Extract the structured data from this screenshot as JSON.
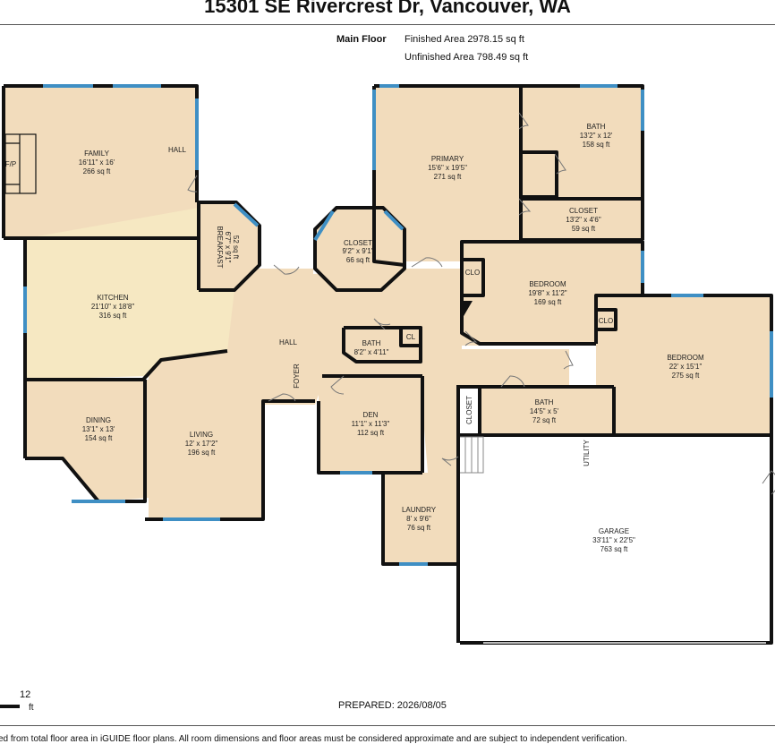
{
  "title": "15301 SE Rivercrest Dr, Vancouver, WA",
  "area": {
    "floor_label": "Main Floor",
    "finished": "Finished Area 2978.15 sq ft",
    "unfinished": "Unfinished Area 798.49 sq ft"
  },
  "rooms": {
    "family": {
      "name": "FAMILY",
      "dim": "16'11\" x 16'",
      "area": "266 sq ft"
    },
    "fireplace": {
      "name": "F/P"
    },
    "hall_top": {
      "name": "HALL"
    },
    "breakfast": {
      "name": "BREAKFAST",
      "dim": "6'7\" x 9'1\"",
      "area": "52 sq ft"
    },
    "closet_mid": {
      "name": "CLOSET",
      "dim": "9'2\" x 9'1\"",
      "area": "66 sq ft"
    },
    "primary": {
      "name": "PRIMARY",
      "dim": "15'6\" x 19'5\"",
      "area": "271 sq ft"
    },
    "bath_primary": {
      "name": "BATH",
      "dim": "13'2\" x 12'",
      "area": "158 sq ft"
    },
    "closet_primary": {
      "name": "CLOSET",
      "dim": "13'2\" x 4'6\"",
      "area": "59 sq ft"
    },
    "kitchen": {
      "name": "KITCHEN",
      "dim": "21'10\" x 18'8\"",
      "area": "316 sq ft"
    },
    "hall_mid": {
      "name": "HALL"
    },
    "foyer": {
      "name": "FOYER"
    },
    "bath_hall": {
      "name": "BATH",
      "dim": "8'2\" x 4'11\""
    },
    "cl": {
      "name": "CL"
    },
    "clo_a": {
      "name": "CLO"
    },
    "clo_b": {
      "name": "CLO"
    },
    "bedroom_1": {
      "name": "BEDROOM",
      "dim": "19'8\" x 11'2\"",
      "area": "169 sq ft"
    },
    "bedroom_2": {
      "name": "BEDROOM",
      "dim": "22' x 15'1\"",
      "area": "275 sq ft"
    },
    "dining": {
      "name": "DINING",
      "dim": "13'1\" x 13'",
      "area": "154 sq ft"
    },
    "living": {
      "name": "LIVING",
      "dim": "12' x 17'2\"",
      "area": "196 sq ft"
    },
    "den": {
      "name": "DEN",
      "dim": "11'1\" x 11'3\"",
      "area": "112 sq ft"
    },
    "closet_side": {
      "name": "CLOSET"
    },
    "bath_2": {
      "name": "BATH",
      "dim": "14'5\" x 5'",
      "area": "72 sq ft"
    },
    "utility": {
      "name": "UTILITY"
    },
    "laundry": {
      "name": "LAUNDRY",
      "dim": "8' x 9'6\"",
      "area": "76 sq ft"
    },
    "garage": {
      "name": "GARAGE",
      "dim": "33'11\" x 22'5\"",
      "area": "763 sq ft"
    }
  },
  "scale": {
    "value": "12",
    "unit": "ft"
  },
  "prepared": "PREPARED: 2026/08/05",
  "disclaimer": "ed from total floor area in iGUIDE floor plans. All room dimensions and floor areas must be considered approximate and are subject to independent verification.",
  "colors": {
    "finished": "#f2dcbc",
    "kitchen": "#f6e8c2",
    "wall": "#111111",
    "window": "#3f8fc4",
    "garage": "#ffffff"
  }
}
